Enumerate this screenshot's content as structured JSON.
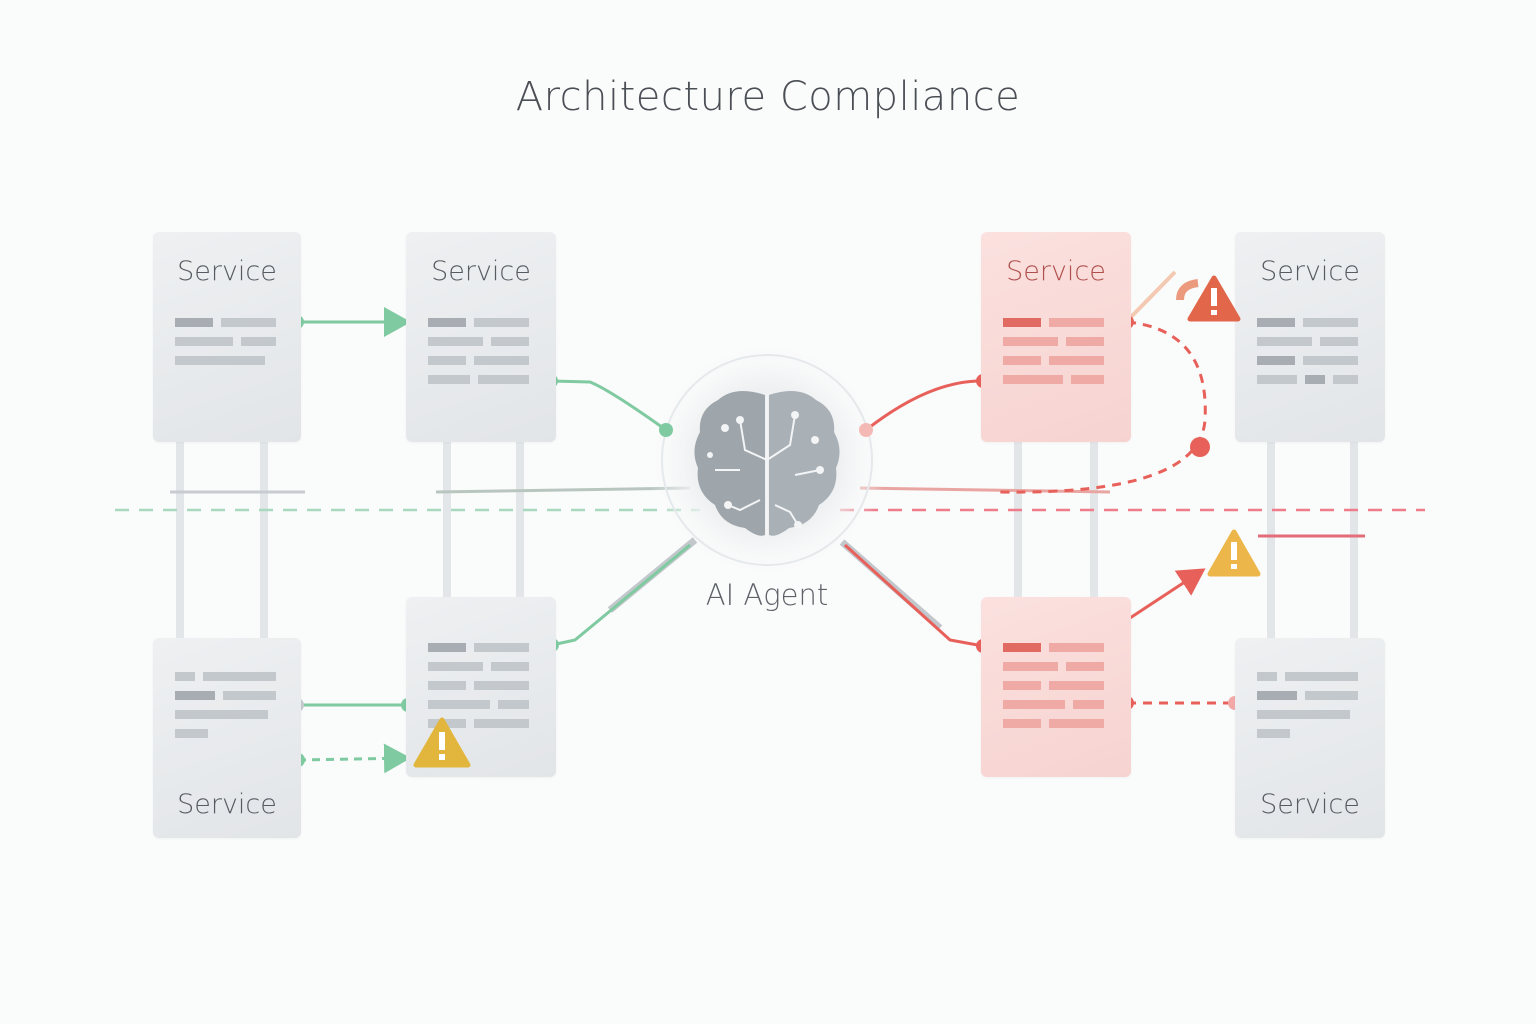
{
  "title": "Architecture Compliance",
  "agent": {
    "label": "AI Agent",
    "icon": "brain-circuit-icon"
  },
  "services": [
    {
      "id": "top-left-1",
      "label": "Service",
      "status": "compliant"
    },
    {
      "id": "top-left-2",
      "label": "Service",
      "status": "compliant"
    },
    {
      "id": "bottom-left-1",
      "label": "Service",
      "status": "compliant"
    },
    {
      "id": "bottom-left-2",
      "label": "",
      "status": "warning"
    },
    {
      "id": "top-right-1",
      "label": "Service",
      "status": "violation"
    },
    {
      "id": "top-right-2",
      "label": "Service",
      "status": "compliant"
    },
    {
      "id": "bottom-right-1",
      "label": "",
      "status": "violation"
    },
    {
      "id": "bottom-right-2",
      "label": "Service",
      "status": "compliant"
    }
  ],
  "colors": {
    "compliant": "#7fcaa0",
    "violation": "#e8605a",
    "warning": "#e2b63c",
    "alert": "#e2664a",
    "neutral": "#b9bfc5"
  }
}
